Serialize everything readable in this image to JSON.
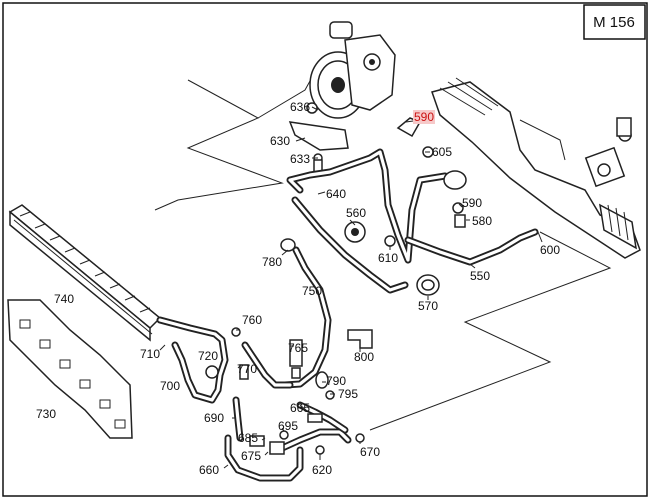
{
  "model_box": {
    "label": "M 156"
  },
  "callouts": [
    {
      "id": "636",
      "text": "636"
    },
    {
      "id": "630",
      "text": "630"
    },
    {
      "id": "633",
      "text": "633"
    },
    {
      "id": "590a",
      "text": "590",
      "highlighted": true
    },
    {
      "id": "605",
      "text": "605"
    },
    {
      "id": "640",
      "text": "640"
    },
    {
      "id": "590b",
      "text": "590"
    },
    {
      "id": "580",
      "text": "580"
    },
    {
      "id": "560",
      "text": "560"
    },
    {
      "id": "600",
      "text": "600"
    },
    {
      "id": "780",
      "text": "780"
    },
    {
      "id": "610",
      "text": "610"
    },
    {
      "id": "550",
      "text": "550"
    },
    {
      "id": "740",
      "text": "740"
    },
    {
      "id": "750",
      "text": "750"
    },
    {
      "id": "570",
      "text": "570"
    },
    {
      "id": "760",
      "text": "760"
    },
    {
      "id": "710",
      "text": "710"
    },
    {
      "id": "720",
      "text": "720"
    },
    {
      "id": "765",
      "text": "765"
    },
    {
      "id": "800",
      "text": "800"
    },
    {
      "id": "770",
      "text": "770"
    },
    {
      "id": "700",
      "text": "700"
    },
    {
      "id": "790",
      "text": "790"
    },
    {
      "id": "795",
      "text": "795"
    },
    {
      "id": "730",
      "text": "730"
    },
    {
      "id": "665",
      "text": "665"
    },
    {
      "id": "690",
      "text": "690"
    },
    {
      "id": "695",
      "text": "695"
    },
    {
      "id": "685",
      "text": "685"
    },
    {
      "id": "675",
      "text": "675"
    },
    {
      "id": "670",
      "text": "670"
    },
    {
      "id": "620",
      "text": "620"
    },
    {
      "id": "660",
      "text": "660"
    }
  ],
  "colors": {
    "highlight": "#cc1111",
    "line": "#222222"
  }
}
